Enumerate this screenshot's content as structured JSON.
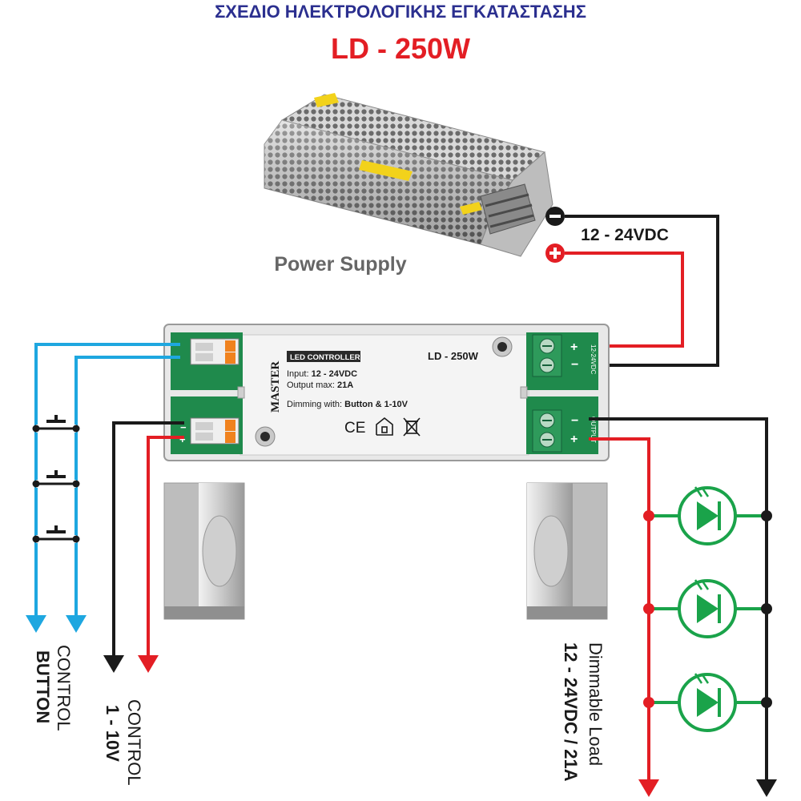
{
  "header": {
    "title_greek": "ΣΧΕΔΙΟ ΗΛΕΚΤΡΟΛΟΓΙΚΗΣ ΕΓΚΑΤΑΣΤΑΣΗΣ",
    "model": "LD - 250W"
  },
  "power_supply": {
    "label": "Power Supply",
    "voltage": "12 - 24VDC",
    "minus": "−",
    "plus": "+"
  },
  "controller": {
    "brand": "MASTER",
    "badge": "LED CONTROLLER",
    "model": "LD - 250W",
    "input_label": "Input:",
    "input_value": "12 - 24VDC",
    "output_label": "Output max:",
    "output_value": "21A",
    "dimming_label": "Dimming with:",
    "dimming_value": "Button & 1-10V",
    "ce_mark": "CE",
    "terminal_in_top": "12-24VDC",
    "terminal_out_bottom": "OUTPUT"
  },
  "labels": {
    "control_button_line1": "CONTROL",
    "control_button_line2": "BUTTON",
    "control_110_line1": "CONTROL",
    "control_110_line2": "1 - 10V",
    "load_line1": "Dimmable Load",
    "load_line2": "12 - 24VDC / 21A"
  },
  "colors": {
    "title_blue": "#2b2f8f",
    "model_red": "#e31e24",
    "wire_blue": "#1ea7e0",
    "wire_red": "#e31e24",
    "wire_black": "#1a1a1a",
    "terminal_green": "#1f8a4c",
    "led_green": "#1aa34a",
    "label_gray": "#555555"
  }
}
